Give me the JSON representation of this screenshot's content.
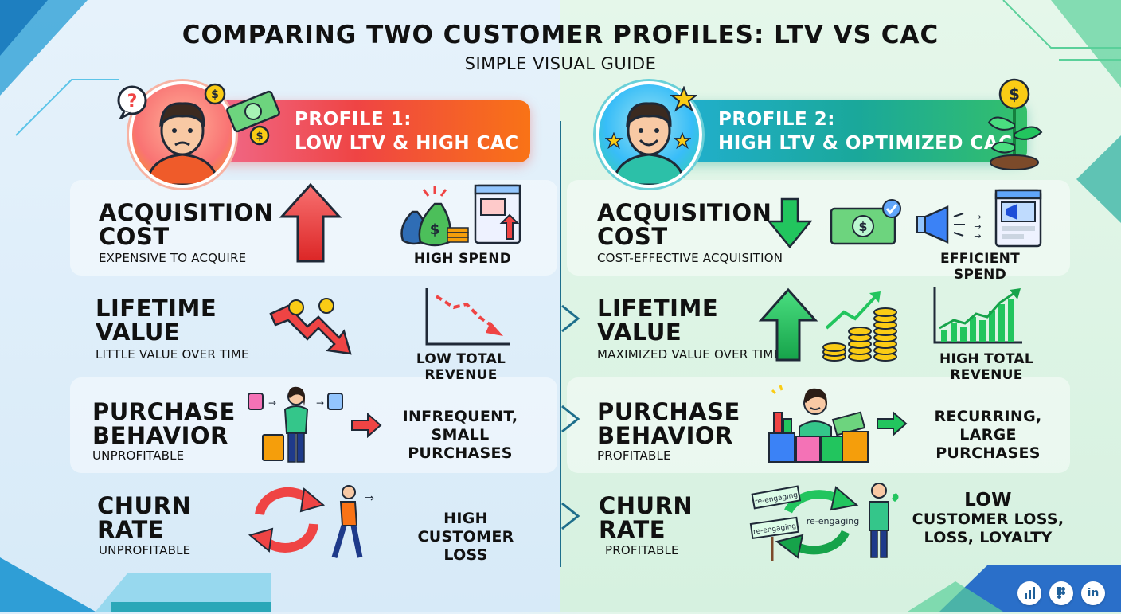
{
  "header": {
    "title": "COMPARING TWO CUSTOMER PROFILES: LTV VS CAC",
    "subtitle": "SIMPLE VISUAL GUIDE"
  },
  "profile1": {
    "line1": "PROFILE 1:",
    "line2": "LOW LTV & HIGH CAC",
    "acquisition": {
      "label1": "ACQUISITION",
      "label2": "COST",
      "sub": "EXPENSIVE TO ACQUIRE",
      "caption": "HIGH SPEND"
    },
    "lifetime": {
      "label1": "LIFETIME",
      "label2": "VALUE",
      "sub": "LITTLE VALUE OVER TIME",
      "caption": "LOW TOTAL REVENUE"
    },
    "purchase": {
      "label1": "PURCHASE",
      "label2": "BEHAVIOR",
      "sub": "UNPROFITABLE",
      "caption1": "INFREQUENT,",
      "caption2": "SMALL PURCHASES"
    },
    "churn": {
      "label1": "CHURN",
      "label2": "RATE",
      "sub": "UNPROFITABLE",
      "caption1": "HIGH",
      "caption2": "CUSTOMER LOSS"
    }
  },
  "profile2": {
    "line1": "PROFILE 2:",
    "line2": "HIGH LTV & OPTIMIZED CAC",
    "acquisition": {
      "label1": "ACQUISITION",
      "label2": "COST",
      "sub": "COST-EFFECTIVE ACQUISITION",
      "caption": "EFFICIENT SPEND"
    },
    "lifetime": {
      "label1": "LIFETIME",
      "label2": "VALUE",
      "sub": "MAXIMIZED VALUE OVER TIME",
      "caption": "HIGH TOTAL REVENUE"
    },
    "purchase": {
      "label1": "PURCHASE",
      "label2": "BEHAVIOR",
      "sub": "PROFITABLE",
      "caption1": "RECURRING,",
      "caption2": "LARGE PURCHASES"
    },
    "churn": {
      "label1": "CHURN",
      "label2": "RATE",
      "sub": "PROFITABLE",
      "caption1": "LOW",
      "caption2": "CUSTOMER LOSS,",
      "caption3": "LOSS, LOYALTY",
      "sign1": "re-engaging",
      "sign2": "re-engaging",
      "sign3": "re-engaging"
    }
  },
  "social": {
    "icon1": "chart-icon",
    "icon2": "figma-icon",
    "icon3": "linkedin-icon",
    "linkedin_text": "in"
  },
  "colors": {
    "red": "#ef4444",
    "orange": "#f97316",
    "green": "#22c55e",
    "teal": "#14b8a6",
    "navy": "#1e3a5f"
  }
}
